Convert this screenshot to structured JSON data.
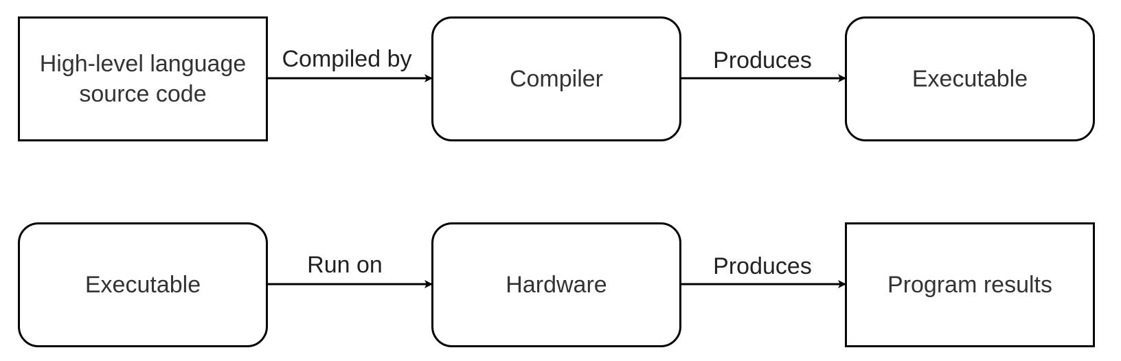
{
  "nodes": [
    {
      "id": "source",
      "label": "High-level language\nsource code",
      "shape": "rectangle"
    },
    {
      "id": "compiler",
      "label": "Compiler",
      "shape": "rounded"
    },
    {
      "id": "executable_top",
      "label": "Executable",
      "shape": "rounded"
    },
    {
      "id": "executable_bottom",
      "label": "Executable",
      "shape": "rounded"
    },
    {
      "id": "hardware",
      "label": "Hardware",
      "shape": "rounded"
    },
    {
      "id": "results",
      "label": "Program results",
      "shape": "rectangle"
    }
  ],
  "edges": [
    {
      "from": "source",
      "to": "compiler",
      "label": "Compiled by"
    },
    {
      "from": "compiler",
      "to": "executable_top",
      "label": "Produces"
    },
    {
      "from": "executable_bottom",
      "to": "hardware",
      "label": "Run on"
    },
    {
      "from": "hardware",
      "to": "results",
      "label": "Produces"
    }
  ],
  "colors": {
    "stroke": "#000000",
    "text": "#333333",
    "background": "#ffffff"
  }
}
